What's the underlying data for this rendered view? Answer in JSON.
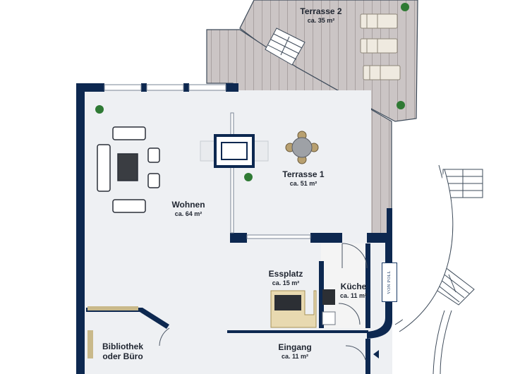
{
  "rooms": {
    "terrasse2": {
      "name": "Terrasse 2",
      "area": "ca. 35 m²"
    },
    "terrasse1": {
      "name": "Terrasse 1",
      "area": "ca. 51 m²"
    },
    "wohnen": {
      "name": "Wohnen",
      "area": "ca. 64 m²"
    },
    "essplatz": {
      "name": "Essplatz",
      "area": "ca. 15 m²"
    },
    "kueche": {
      "name": "Küche",
      "area": "ca. 11 m²"
    },
    "bibliothek": {
      "name": "Bibliothek oder Büro",
      "area": ""
    },
    "eingang": {
      "name": "Eingang",
      "area": "ca. 11 m²"
    }
  },
  "brand": {
    "text": "VON POLL"
  },
  "colors": {
    "wall": "#0d2850",
    "floor": "#eef0f3",
    "deck": "#c9c3c3",
    "deck_line": "#a89f9f",
    "plant": "#2f7a34"
  }
}
